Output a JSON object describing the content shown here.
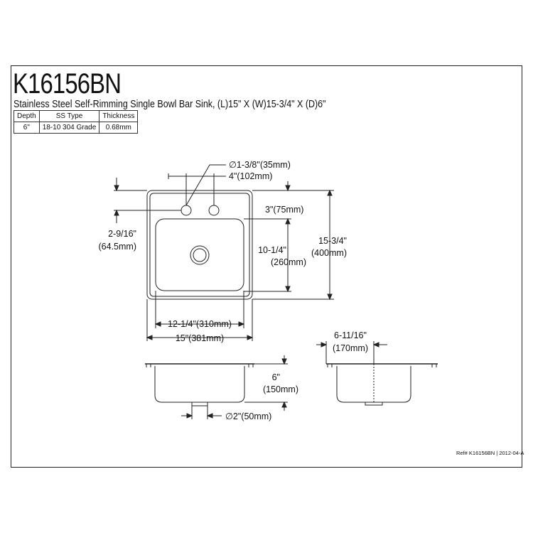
{
  "title": "K16156BN",
  "subtitle": "Stainless Steel Self-Rimming Single Bowl Bar Sink, (L)15\" X (W)15-3/4\" X (D)6\"",
  "specs": {
    "headers": [
      "Depth",
      "SS Type",
      "Thickness"
    ],
    "values": [
      "6\"",
      "18-10 304 Grade",
      "0.68mm"
    ]
  },
  "dimensions": {
    "faucet_hole": "∅1-3/8\"(35mm)",
    "hole_spacing": "4\"(102mm)",
    "rim_to_bowl": "3\"(75mm)",
    "hole_offset_in": "2-9/16\"",
    "hole_offset_mm": "(64.5mm)",
    "bowl_width_in": "10-1/4\"",
    "bowl_width_mm": "(260mm)",
    "overall_width_in": "15-3/4\"",
    "overall_width_mm": "(400mm)",
    "bowl_length": "12-1/4\"(310mm)",
    "overall_length": "15\"(381mm)",
    "depth_in": "6\"",
    "depth_mm": "(150mm)",
    "drain": "∅2\"(50mm)",
    "side_offset_in": "6-11/16\"",
    "side_offset_mm": "(170mm)"
  },
  "reference": "Ref# K16156BN | 2012-04-A"
}
